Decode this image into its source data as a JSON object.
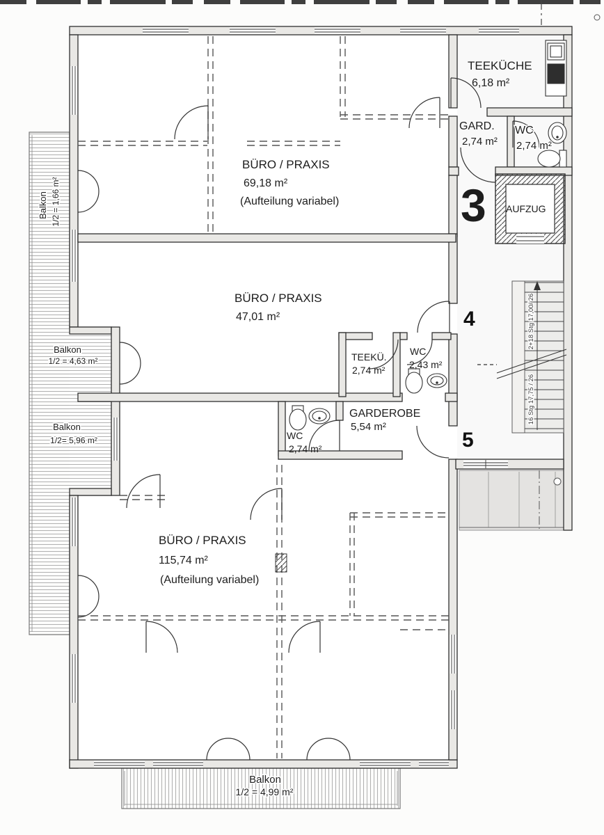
{
  "rooms": {
    "teekueche_top": {
      "name": "TEEKÜCHE",
      "area": "6,18 m²"
    },
    "gard": {
      "name": "GARD.",
      "area": "2,74 m²"
    },
    "wc_top": {
      "name": "WC",
      "area": "2,74 m²"
    },
    "buero_69": {
      "name": "BÜRO / PRAXIS",
      "area": "69,18 m²",
      "note": "(Aufteilung variabel)"
    },
    "aufzug": {
      "name": "AUFZUG"
    },
    "buero_47": {
      "name": "BÜRO / PRAXIS",
      "area": "47,01 m²"
    },
    "teekue_mid": {
      "name": "TEEKÜ.",
      "area": "2,74 m²"
    },
    "wc_mid": {
      "name": "WC",
      "area": "2,43 m²"
    },
    "wc_low": {
      "name": "WC",
      "area": "2,74 m²"
    },
    "garderobe": {
      "name": "GARDEROBE",
      "area": "5,54 m²"
    },
    "buero_115": {
      "name": "BÜRO / PRAXIS",
      "area": "115,74 m²",
      "note": "(Aufteilung variabel)"
    }
  },
  "balconies": {
    "left_top": {
      "name": "Balkon",
      "share": "1/2 = 1,66 m²"
    },
    "left_mid": {
      "name": "Balkon",
      "share": "1/2 = 4,63 m²"
    },
    "left_low": {
      "name": "Balkon",
      "share": "1/2= 5,96 m²"
    },
    "bottom": {
      "name": "Balkon",
      "share": "1/2 = 4,99 m²"
    }
  },
  "unit_markers": {
    "unit3": "3",
    "unit4": "4",
    "unit5": "5"
  },
  "stairs": {
    "upper_flight": "2+18 Stg 17,00/ 26",
    "lower_flight": "16 Stg 17,75 / 26"
  },
  "colors": {
    "marker3_gray": "#7b7b7b",
    "ink": "#1d1d1d",
    "wall_fill": "#e9e8e5",
    "hatch_gray": "#a8a8a8"
  }
}
